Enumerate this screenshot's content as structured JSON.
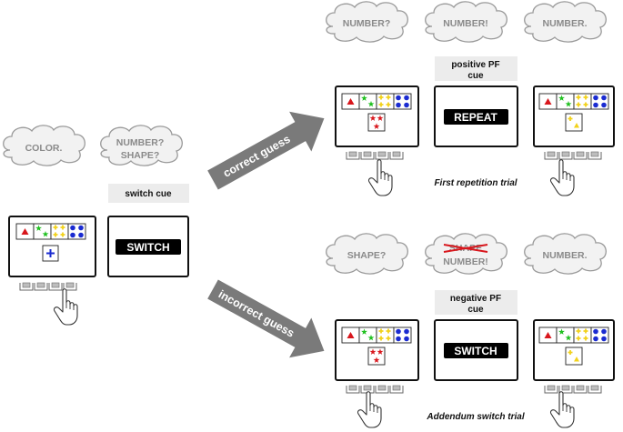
{
  "colors": {
    "cloud_fill": "#f2f2f2",
    "cloud_stroke": "#9a9a9a",
    "cloud_text": "#8a8a8a",
    "arrow": "#7a7a7a",
    "cue_box_bg": "#ececec",
    "red": "#d8161c",
    "green": "#1fc01f",
    "yellow": "#f2d21b",
    "blue": "#1a2bd1"
  },
  "icons": [
    "triangle-icon",
    "star-icon",
    "plus-icon",
    "dot-icon",
    "hand-pointer-icon",
    "response-keys-icon"
  ],
  "left": {
    "cloud_1": "COLOR.",
    "cloud_2_line1": "NUMBER?",
    "cloud_2_line2": "SHAPE?",
    "cue_label": "switch cue",
    "cue_word": "SWITCH"
  },
  "arrows": {
    "upper": "correct guess",
    "lower": "incorrect guess"
  },
  "top_right": {
    "clouds": [
      "NUMBER?",
      "NUMBER!",
      "NUMBER."
    ],
    "cue_label_line1": "positive PF",
    "cue_label_line2": "cue",
    "cue_word": "REPEAT",
    "trial_label": "First repetition trial"
  },
  "bottom_right": {
    "cloud_1": "SHAPE?",
    "cloud_2_struck": "SHAPE",
    "cloud_2_text": "NUMBER!",
    "cloud_3": "NUMBER.",
    "cue_label_line1": "negative PF",
    "cue_label_line2": "cue",
    "cue_word": "SWITCH",
    "trial_label": "Addendum switch trial"
  }
}
